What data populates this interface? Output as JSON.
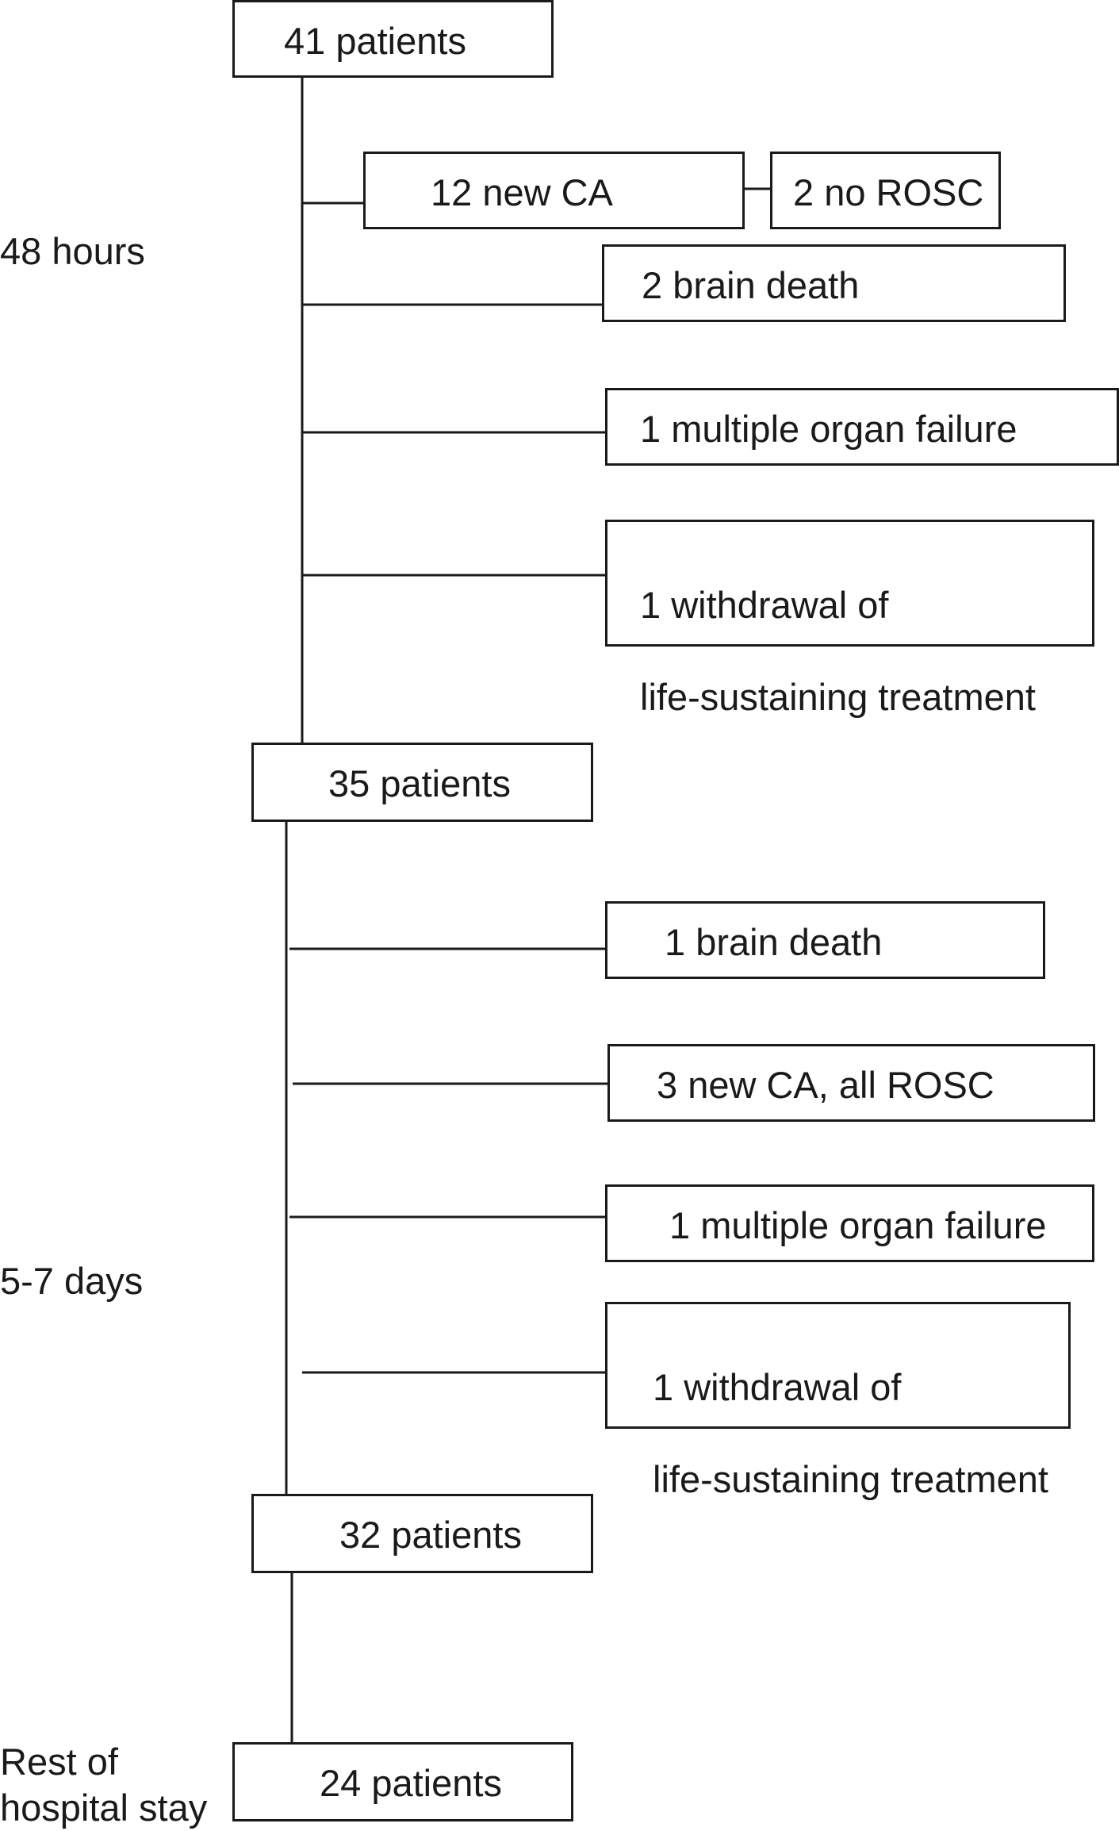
{
  "diagram": {
    "line_color": "#1a1a1a",
    "phases": {
      "p48h": "48 hours",
      "p57d": "5-7 days",
      "rest_line1": "Rest of",
      "rest_line2": "hospital stay"
    },
    "nodes": {
      "n41": "41 patients",
      "new_ca_12": "12 new CA",
      "no_rosc_2": "2 no ROSC",
      "brain_death_2": "2 brain death",
      "mof_1a": "1 multiple organ failure",
      "wlst_1a_line1": "1 withdrawal of",
      "wlst_1a_line2": "life-sustaining treatment",
      "n35": "35 patients",
      "brain_death_1": "1 brain death",
      "new_ca_3": "3 new CA, all ROSC",
      "mof_1b": "1 multiple organ failure",
      "wlst_1b_line1": "1 withdrawal of",
      "wlst_1b_line2": "life-sustaining treatment",
      "n32": "32 patients",
      "n24": "24 patients"
    }
  }
}
